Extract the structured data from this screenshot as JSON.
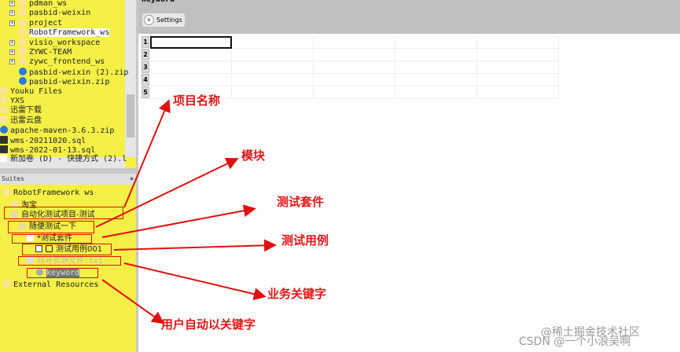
{
  "file_tree": {
    "items": [
      {
        "label": "pdman_ws",
        "type": "folder",
        "expand": true
      },
      {
        "label": "pasbid-weixin",
        "type": "folder",
        "expand": true
      },
      {
        "label": "project",
        "type": "folder",
        "expand": true
      },
      {
        "label": "RobotFramework_ws",
        "type": "folder",
        "expand": false,
        "selected": true
      },
      {
        "label": "visio_workspace",
        "type": "folder",
        "expand": true
      },
      {
        "label": "ZYWC-TEAM",
        "type": "folder",
        "expand": true
      },
      {
        "label": "zywc_frontend_ws",
        "type": "folder",
        "expand": true
      },
      {
        "label": "pasbid-weixin (2).zip",
        "type": "zip"
      },
      {
        "label": "pasbid-weixin.zip",
        "type": "zip"
      },
      {
        "label": "Youku Files",
        "type": "folder",
        "root": true
      },
      {
        "label": "YXS",
        "type": "folder",
        "root": true
      },
      {
        "label": "迅雷下载",
        "type": "folder",
        "root": true
      },
      {
        "label": "迅雷云盘",
        "type": "folder",
        "root": true
      },
      {
        "label": "apache-maven-3.6.3.zip",
        "type": "zip",
        "root": true
      },
      {
        "label": "wms-20211020.sql",
        "type": "sql",
        "root": true
      },
      {
        "label": "wms-2022-01-13.sql",
        "type": "sql",
        "root": true
      },
      {
        "label": "新加卷 (D) - 快捷方式 (2).l",
        "type": "link",
        "root": true
      }
    ]
  },
  "suites": {
    "title": "Suites",
    "close": "×",
    "root": "RobotFramework ws",
    "items": [
      {
        "label": "淘宝"
      },
      {
        "label": "自动化测试项目-测试"
      },
      {
        "label": "随便测试一下"
      },
      {
        "label": "*测试套件"
      },
      {
        "label": "测试用例001"
      },
      {
        "label": "找寻资源文件.txt"
      },
      {
        "label": "keyword"
      }
    ],
    "external": "External Resources"
  },
  "editor": {
    "title": "keyword",
    "settings_label": "Settings",
    "rows": [
      "1",
      "2",
      "3",
      "4",
      "5"
    ]
  },
  "annotations": {
    "project_name": "项目名称",
    "module": "模块",
    "test_suite": "测试套件",
    "test_case": "测试用例",
    "business_keyword": "业务关键字",
    "user_keyword": "用户自动以关键字",
    "color": "#e01818"
  },
  "watermark": {
    "juejin": "@稀土掘金技术社区",
    "csdn": "CSDN @一个小浪吴啊"
  }
}
